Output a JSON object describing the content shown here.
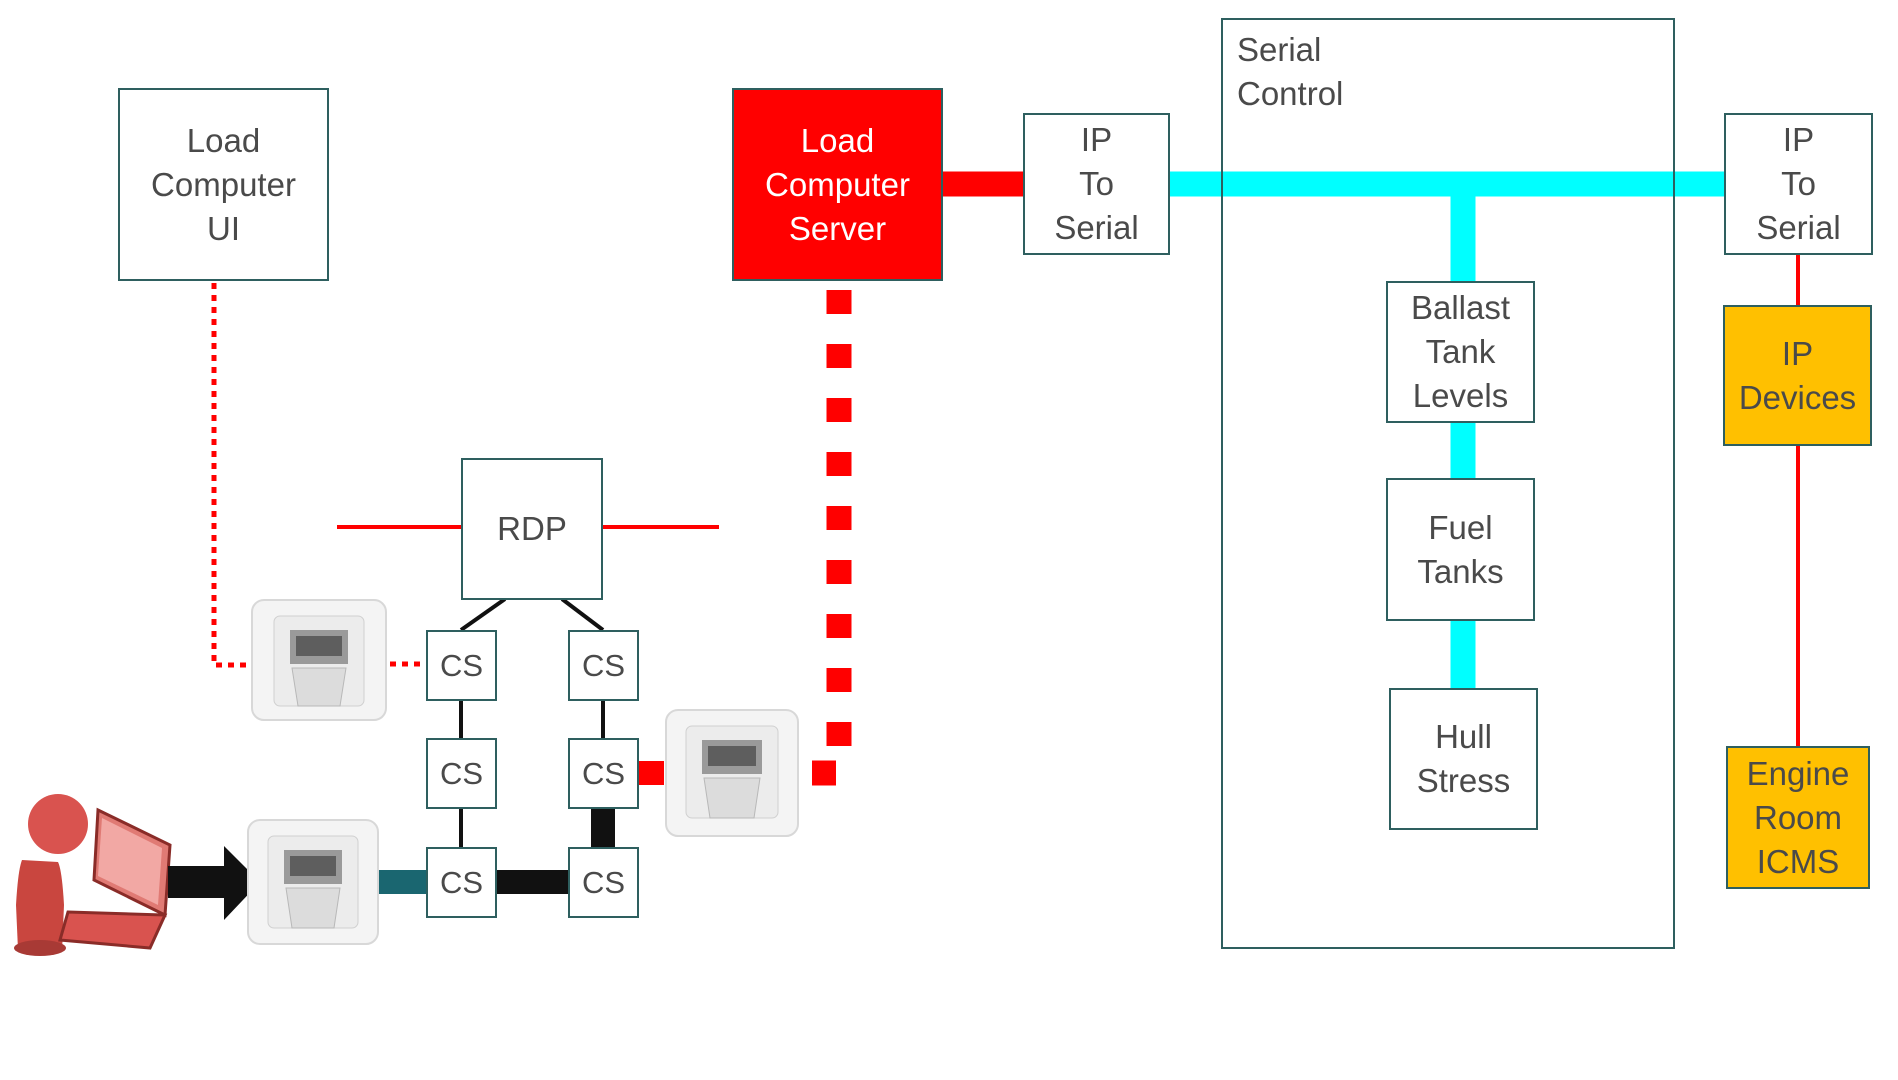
{
  "nodes": {
    "load_computer_ui": [
      "Load",
      "Computer",
      "UI"
    ],
    "load_computer_server": [
      "Load",
      "Computer",
      "Server"
    ],
    "ip_to_serial_left": [
      "IP",
      "To",
      "Serial"
    ],
    "serial_control": [
      "Serial",
      "Control"
    ],
    "ip_to_serial_right": [
      "IP",
      "To",
      "Serial"
    ],
    "ballast_tank_levels": [
      "Ballast",
      "Tank",
      "Levels"
    ],
    "fuel_tanks": [
      "Fuel",
      "Tanks"
    ],
    "hull_stress": [
      "Hull",
      "Stress"
    ],
    "ip_devices": [
      "IP",
      "Devices"
    ],
    "engine_room_icms": [
      "Engine",
      "Room",
      "ICMS"
    ],
    "rdp": [
      "RDP"
    ],
    "cs": "CS"
  },
  "colors": {
    "red": "#ff0000",
    "cyan": "#00ffff",
    "amber": "#ffc000",
    "teal": "#1a6670",
    "black": "#111111",
    "border": "#2e5f5f"
  },
  "icons": [
    "network-wall-socket-icon",
    "user-with-laptop-icon",
    "arrow-right-icon"
  ]
}
